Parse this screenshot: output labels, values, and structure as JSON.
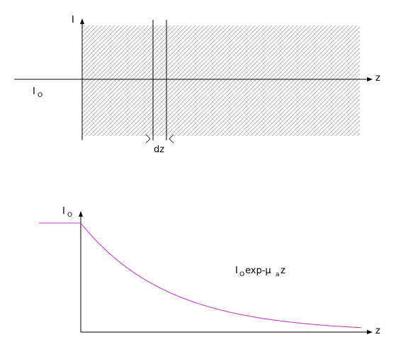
{
  "top_diagram": {
    "axis_y_label": "I",
    "axis_x_label": "z",
    "intensity_label": "I",
    "intensity_subscript": "O",
    "slab_width_label": "dz"
  },
  "bottom_diagram": {
    "axis_y_label": "I",
    "axis_y_subscript": "O",
    "axis_x_label": "z",
    "curve_label": {
      "prefix": "I",
      "prefix_subscript": "O",
      "middle": "exp-µ",
      "middle_subscript": "a",
      "suffix": "z"
    }
  },
  "colors": {
    "curve": "#c040c0",
    "hatch": "#999999",
    "axes": "#000000"
  }
}
